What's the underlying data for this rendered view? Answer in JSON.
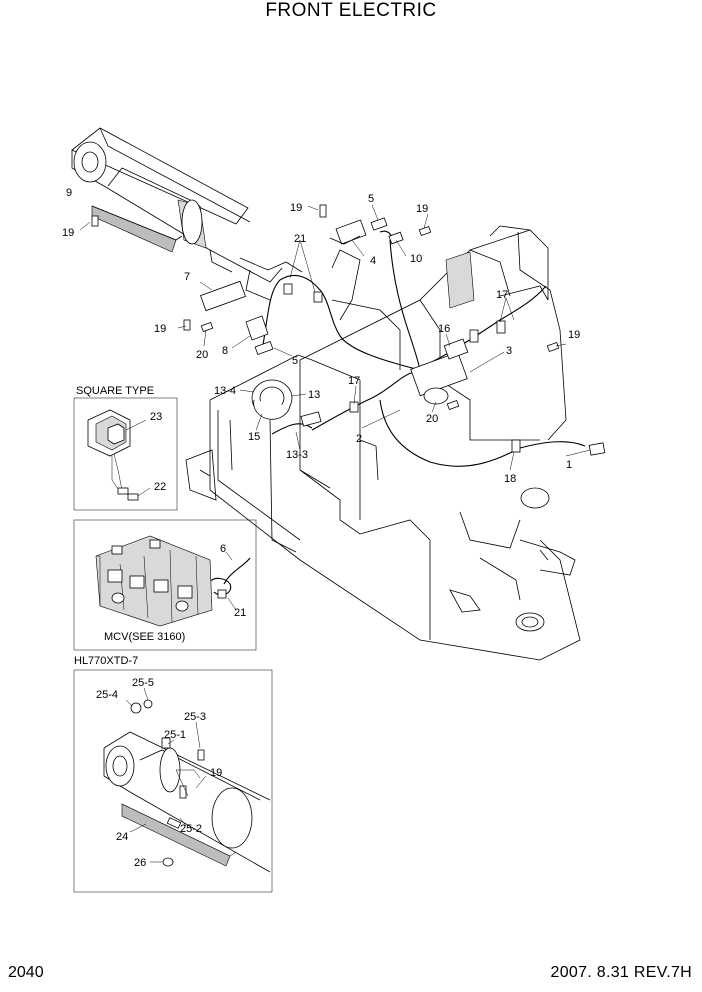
{
  "title": "FRONT ELECTRIC",
  "page_number": "2040",
  "revision": "2007.  8.31  REV.7H",
  "insets": {
    "square_type": "SQUARE TYPE",
    "mcv": "MCV(SEE 3160)",
    "model": "HL770XTD-7"
  },
  "callouts": {
    "c_9": "9",
    "c_19a": "19",
    "c_19b": "19",
    "c_5a": "5",
    "c_19c": "19",
    "c_21a": "21",
    "c_4": "4",
    "c_10": "10",
    "c_7": "7",
    "c_19d": "19",
    "c_20a": "20",
    "c_8": "8",
    "c_5b": "5",
    "c_17a": "17",
    "c_19e": "19",
    "c_16": "16",
    "c_3": "3",
    "c_13_4": "13-4",
    "c_13": "13",
    "c_17b": "17",
    "c_15": "15",
    "c_20b": "20",
    "c_2": "2",
    "c_13_3": "13-3",
    "c_1": "1",
    "c_18": "18",
    "c_23": "23",
    "c_22": "22",
    "c_6": "6",
    "c_21b": "21",
    "c_25_5": "25-5",
    "c_25_4": "25-4",
    "c_25_3": "25-3",
    "c_25_1": "25-1",
    "c_19f": "19",
    "c_24": "24",
    "c_25_2": "25-2",
    "c_26": "26"
  }
}
